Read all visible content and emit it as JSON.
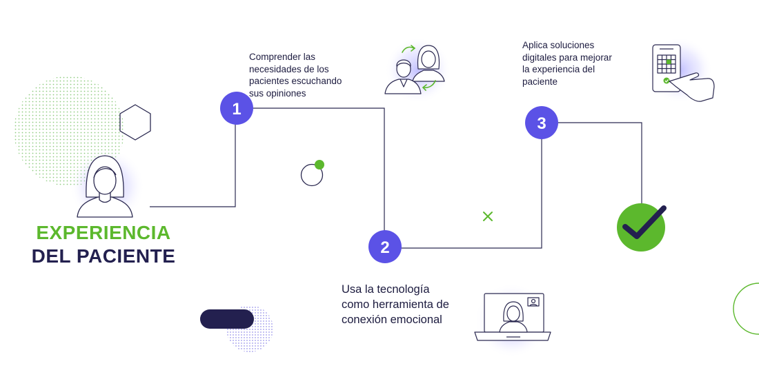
{
  "title": {
    "line1": "EXPERIENCIA",
    "line2": "DEL PACIENTE"
  },
  "steps": [
    {
      "number": "1",
      "text": "Comprender las\nnecesidades de los\npacientes escuchando\nsus opiniones"
    },
    {
      "number": "2",
      "text": "Usa la tecnología\ncomo herramienta de\nconexión emocional"
    },
    {
      "number": "3",
      "text": "Aplica soluciones\ndigitales para mejorar\nla experiencia del\npaciente"
    }
  ],
  "colors": {
    "accent_purple": "#5b52e6",
    "accent_green": "#5cb82d",
    "dark_navy": "#23204f",
    "line": "#2b2950"
  },
  "icons": [
    "patient-avatar-icon",
    "people-feedback-icon",
    "laptop-video-call-icon",
    "tablet-touch-icon",
    "checkmark-icon"
  ]
}
